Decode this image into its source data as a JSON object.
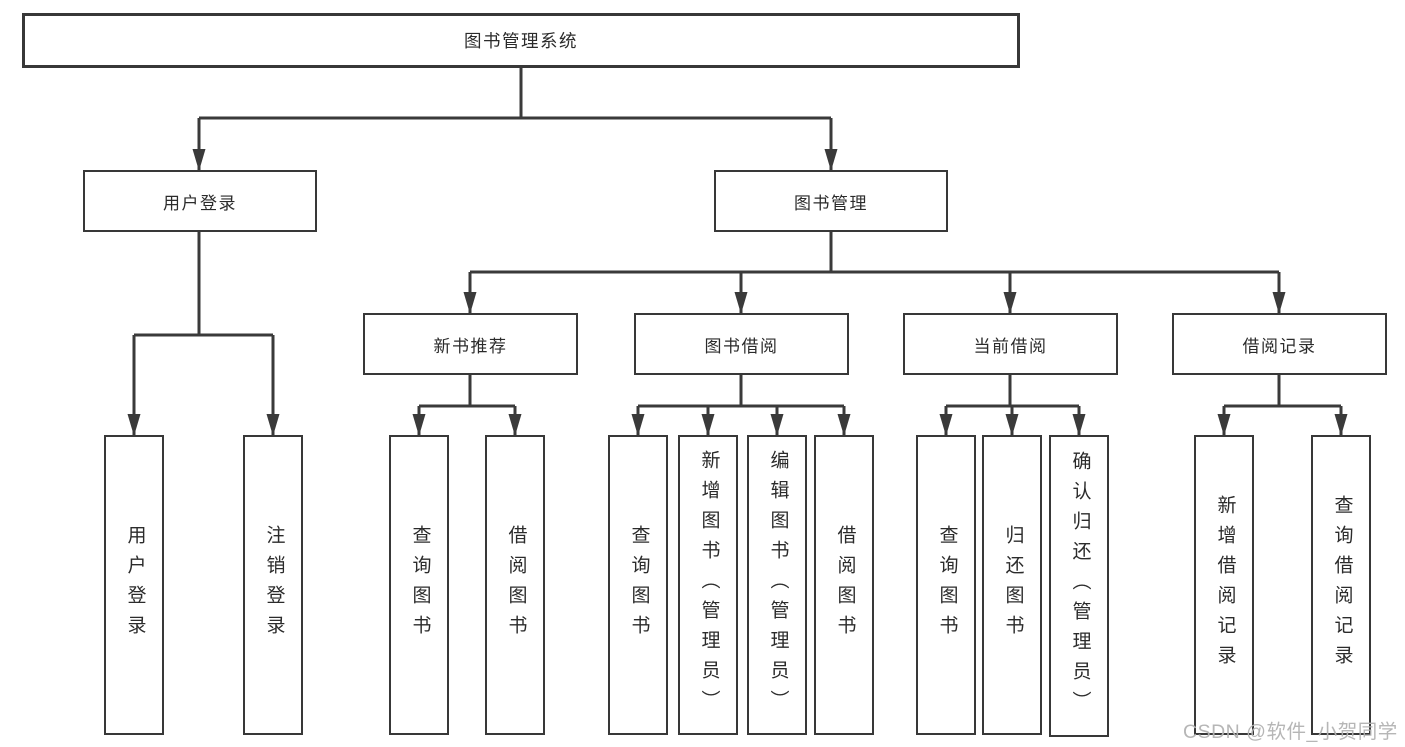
{
  "tree": {
    "root": {
      "label": "图书管理系统"
    },
    "branches": [
      {
        "label": "用户登录",
        "children": [
          {
            "label": "用户登录"
          },
          {
            "label": "注销登录"
          }
        ]
      },
      {
        "label": "图书管理",
        "children": [
          {
            "label": "新书推荐",
            "children": [
              {
                "label": "查询图书"
              },
              {
                "label": "借阅图书"
              }
            ]
          },
          {
            "label": "图书借阅",
            "children": [
              {
                "label": "查询图书"
              },
              {
                "label": "新增图书（管理员）"
              },
              {
                "label": "编辑图书（管理员）"
              },
              {
                "label": "借阅图书"
              }
            ]
          },
          {
            "label": "当前借阅",
            "children": [
              {
                "label": "查询图书"
              },
              {
                "label": "归还图书"
              },
              {
                "label": "确认归还（管理员）"
              }
            ]
          },
          {
            "label": "借阅记录",
            "children": [
              {
                "label": "新增借阅记录"
              },
              {
                "label": "查询借阅记录"
              }
            ]
          }
        ]
      }
    ]
  },
  "colors": {
    "line": "#3a3a3a",
    "text": "#2b2b2b",
    "watermark": "#b2b2b2",
    "background": "#ffffff"
  },
  "watermark": {
    "text": "CSDN @软件_小贺同学"
  }
}
